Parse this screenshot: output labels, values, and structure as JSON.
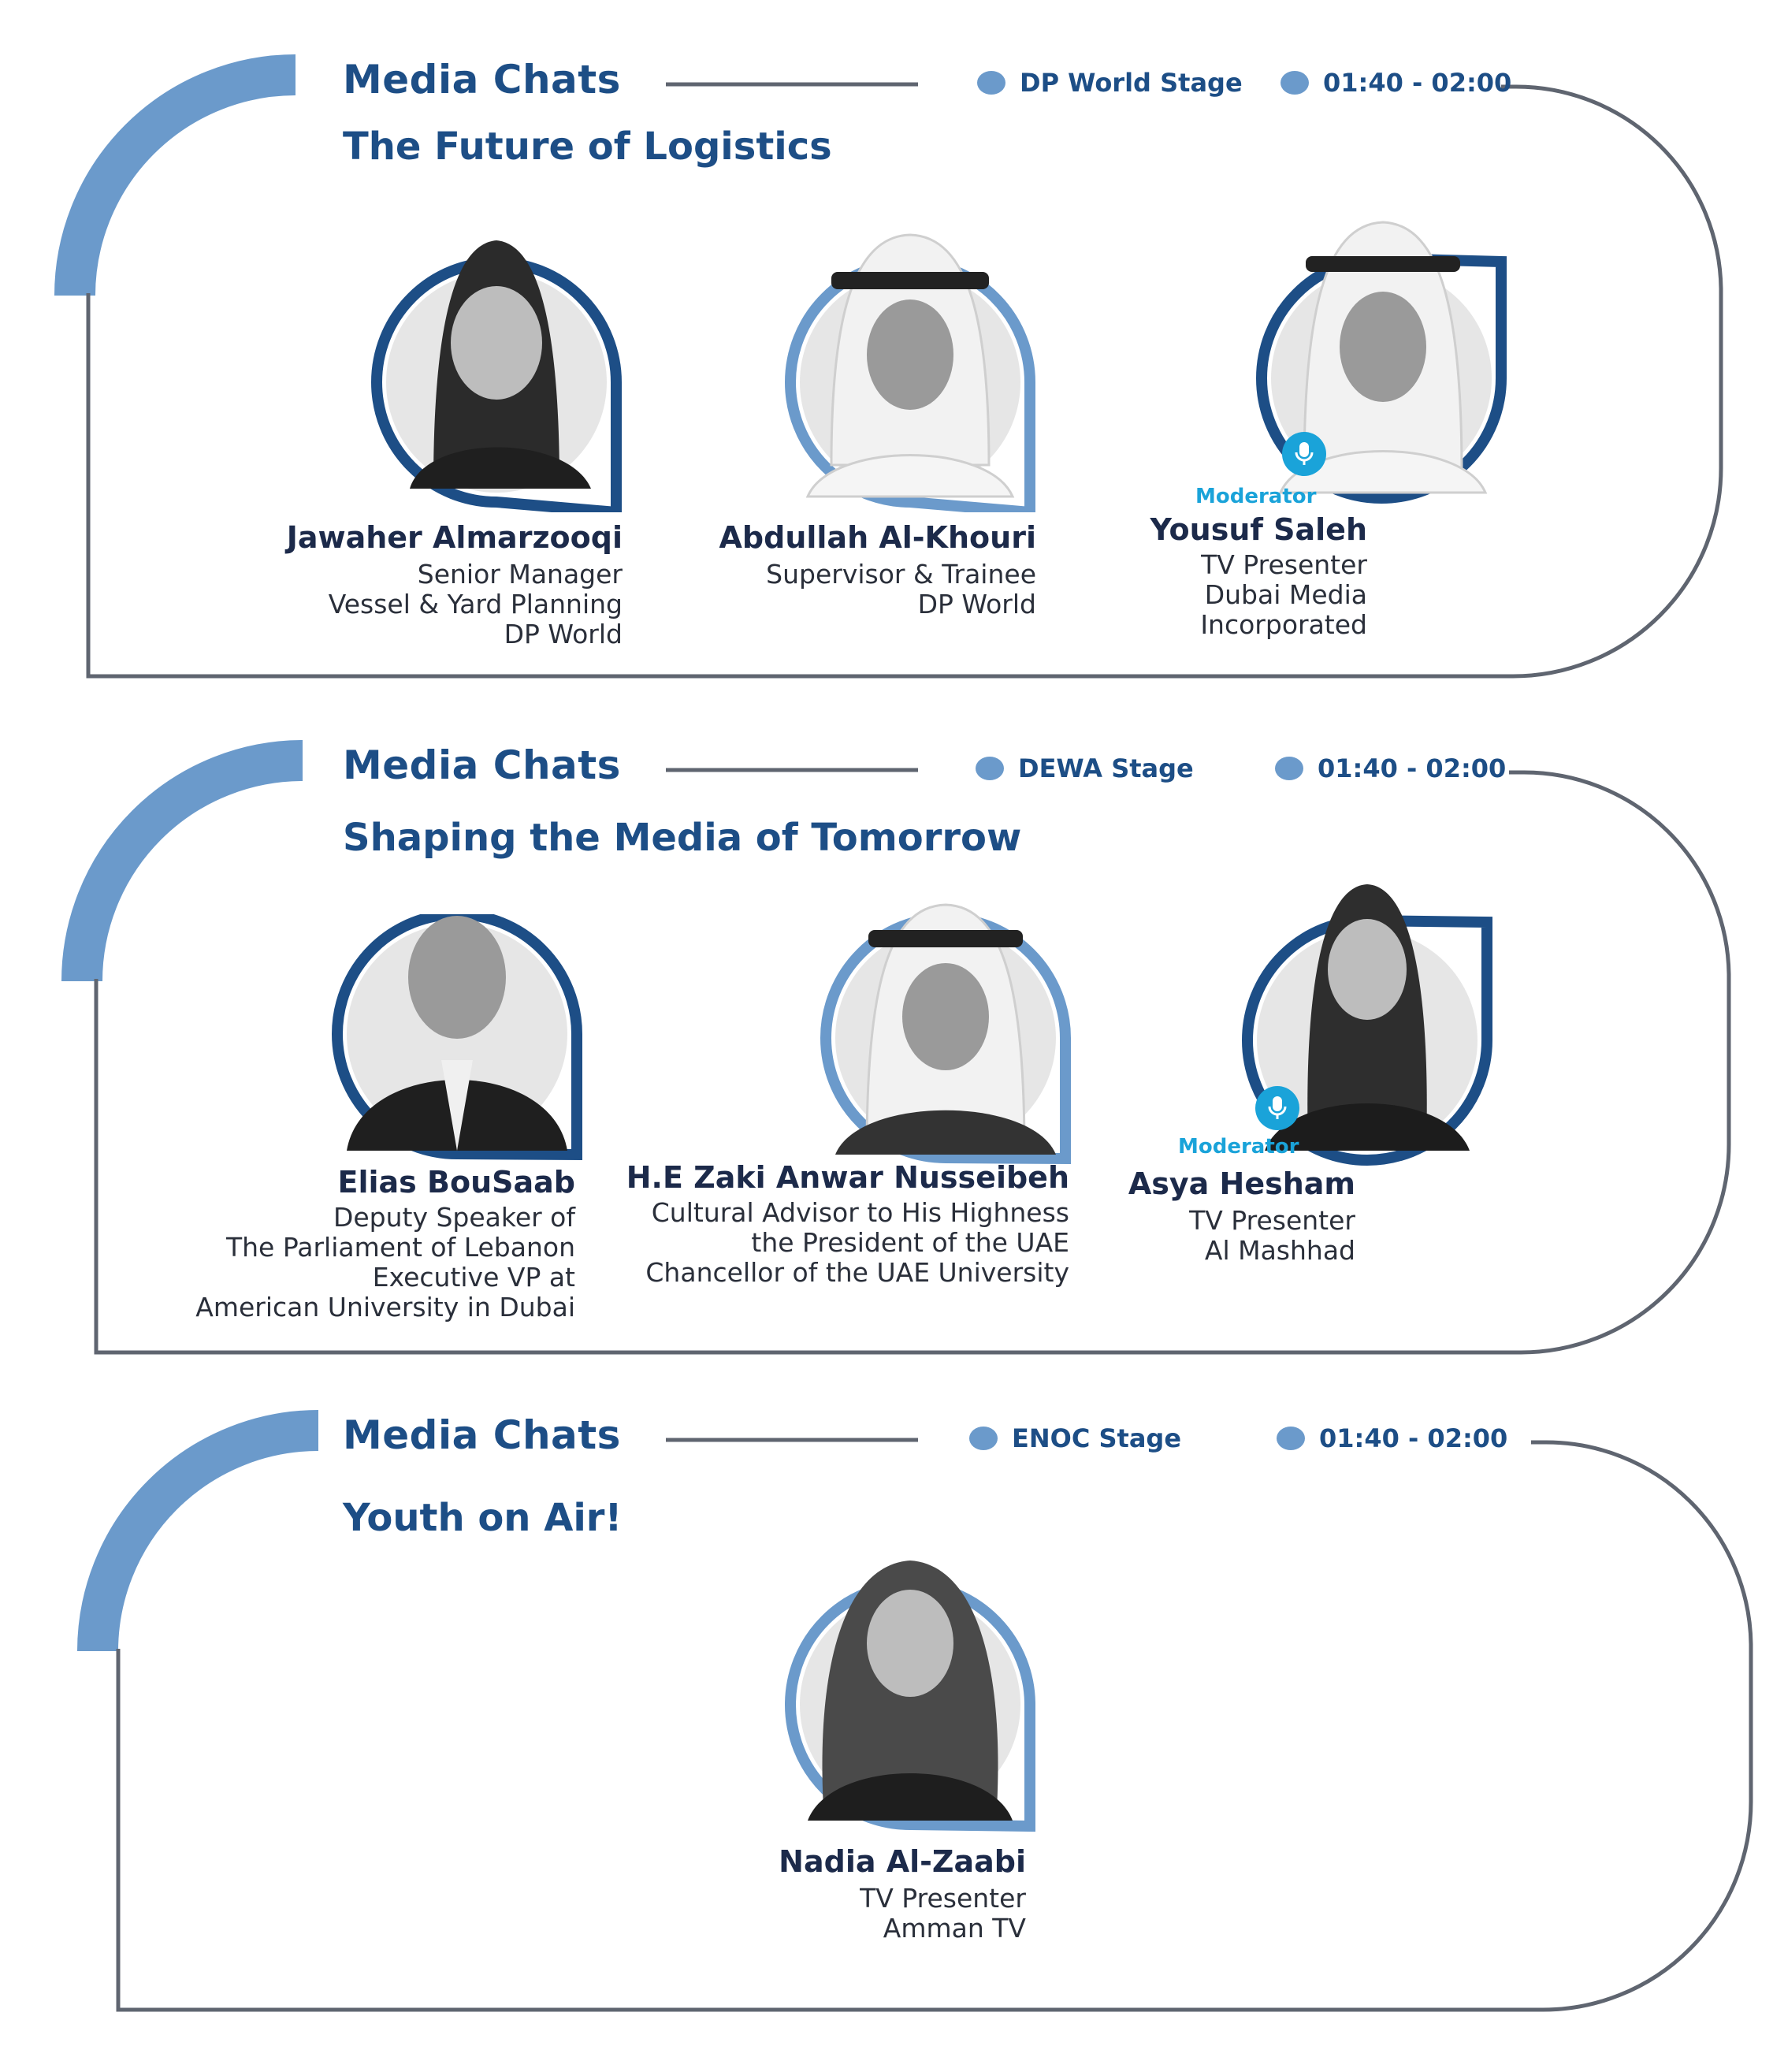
{
  "sessions": [
    {
      "kicker": "Media Chats",
      "stage": "DP World Stage",
      "time": "01:40 - 02:00",
      "title": "The Future of Logistics",
      "speakers": [
        {
          "name": "Jawaher Almarzooqi",
          "role_tag": "",
          "lines": [
            "Senior Manager",
            "Vessel & Yard Planning",
            "DP World"
          ],
          "frame_color": "#1d4e86"
        },
        {
          "name": "Abdullah Al-Khouri",
          "role_tag": "",
          "lines": [
            "Supervisor & Trainee",
            "DP World"
          ],
          "frame_color": "#6b9acb"
        },
        {
          "name": "Yousuf Saleh",
          "role_tag": "Moderator",
          "lines": [
            "TV Presenter",
            "Dubai Media",
            "Incorporated"
          ],
          "frame_color": "#1d4e86"
        }
      ]
    },
    {
      "kicker": "Media Chats",
      "stage": "DEWA Stage",
      "time": "01:40 - 02:00",
      "title": "Shaping the Media of Tomorrow",
      "speakers": [
        {
          "name": "Elias BouSaab",
          "role_tag": "",
          "lines": [
            "Deputy Speaker of",
            "The Parliament of Lebanon",
            "Executive VP at",
            "American University in Dubai"
          ],
          "frame_color": "#1d4e86"
        },
        {
          "name": "H.E Zaki Anwar Nusseibeh",
          "role_tag": "",
          "lines": [
            "Cultural Advisor to His Highness",
            "the President of the UAE",
            "Chancellor of the UAE University"
          ],
          "frame_color": "#6b9acb"
        },
        {
          "name": "Asya Hesham",
          "role_tag": "Moderator",
          "lines": [
            "TV Presenter",
            "Al Mashhad"
          ],
          "frame_color": "#1d4e86"
        }
      ]
    },
    {
      "kicker": "Media Chats",
      "stage": "ENOC Stage",
      "time": "01:40 - 02:00",
      "title": "Youth on Air!",
      "speakers": [
        {
          "name": "Nadia Al-Zaabi",
          "role_tag": "",
          "lines": [
            "TV Presenter",
            "Amman TV"
          ],
          "frame_color": "#6b9acb"
        }
      ]
    }
  ],
  "colors": {
    "navy": "#1d4e86",
    "light_blue": "#6b9acb",
    "outline": "#5f6570",
    "accent": "#1aa3d9"
  },
  "icons": {
    "stage_marker": "dot-icon",
    "moderator_badge": "microphone-icon"
  }
}
